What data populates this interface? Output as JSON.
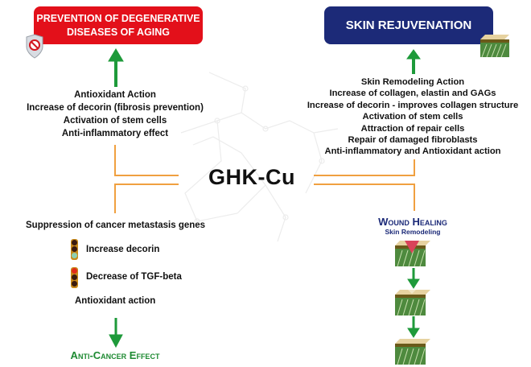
{
  "center": {
    "label": "GHK-Cu"
  },
  "left_top": {
    "title_line1": "PREVENTION OF DEGENERATIVE",
    "title_line2": "DISEASES OF AGING",
    "icon": "shield-prohibited-icon",
    "color": "#e3101a",
    "items": [
      "Antioxidant Action",
      "Increase of decorin (fibrosis prevention)",
      "Activation of stem cells",
      "Anti-inflammatory effect"
    ]
  },
  "right_top": {
    "title": "SKIN REJUVENATION",
    "icon": "skin-layer-icon",
    "color": "#1c2a78",
    "items": [
      "Skin Remodeling Action",
      "Increase of collagen, elastin and GAGs",
      "Increase of decorin - improves collagen structure",
      "Activation of stem cells",
      "Attraction of repair cells",
      "Repair of damaged fibroblasts",
      "Anti-inflammatory and Antioxidant action"
    ]
  },
  "left_bottom": {
    "heading": "Suppression of cancer metastasis genes",
    "items": [
      "Increase decorin",
      "Decrease of TGF-beta"
    ],
    "extra": "Antioxidant action",
    "result": "Anti-Cancer Effect",
    "result_color": "#1e8a32"
  },
  "right_bottom": {
    "title": "Wound Healing",
    "subtitle": "Skin Remodeling"
  },
  "colors": {
    "arrow": "#1e9a3a",
    "connector": "#f0a040"
  }
}
